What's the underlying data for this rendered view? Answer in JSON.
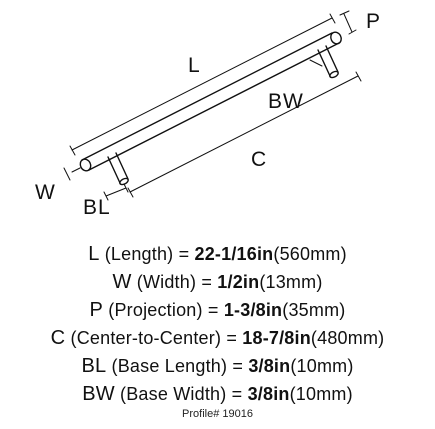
{
  "diagram": {
    "labels": {
      "L": "L",
      "P": "P",
      "BW": "BW",
      "C": "C",
      "W": "W",
      "BL": "BL"
    }
  },
  "specs": [
    {
      "abbr": "L",
      "name": "(Length)",
      "value_bold": "22-1/16in",
      "value_rest": "(560mm)"
    },
    {
      "abbr": "W",
      "name": "(Width)",
      "value_bold": "1/2in",
      "value_rest": "(13mm)"
    },
    {
      "abbr": "P",
      "name": "(Projection)",
      "value_bold": "1-3/8in",
      "value_rest": "(35mm)"
    },
    {
      "abbr": "C",
      "name": "(Center-to-Center)",
      "value_bold": "18-7/8in",
      "value_rest": "(480mm)"
    },
    {
      "abbr": "BL",
      "name": "(Base Length)",
      "value_bold": "3/8in",
      "value_rest": "(10mm)"
    },
    {
      "abbr": "BW",
      "name": "(Base Width)",
      "value_bold": "3/8in",
      "value_rest": "(10mm)"
    }
  ],
  "profile": "Profile# 19016"
}
